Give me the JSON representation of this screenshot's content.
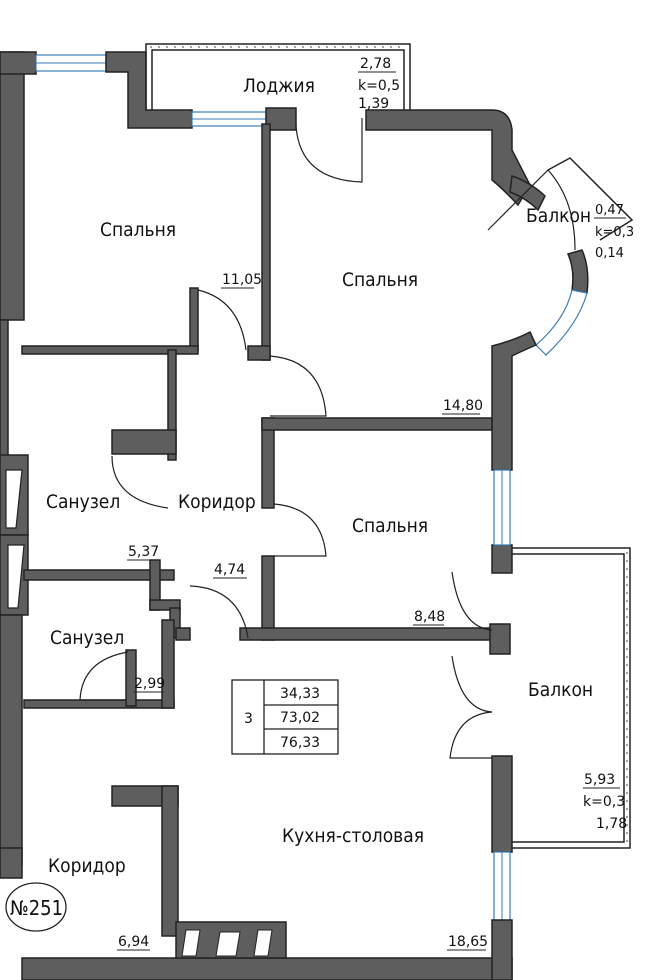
{
  "plan": {
    "rooms": {
      "loggia": {
        "name": "Лоджия",
        "area": "2,78",
        "k": "k=0,5",
        "reduced": "1,39"
      },
      "bedroom_top_left": {
        "name": "Спальня",
        "area": "11,05"
      },
      "bedroom_top_right": {
        "name": "Спальня",
        "area": "14,80"
      },
      "balcony_small": {
        "name": "Балкон",
        "area": "0,47",
        "k": "k=0,3",
        "reduced": "0,14"
      },
      "bathroom_1": {
        "name": "Санузел",
        "area": "5,37"
      },
      "corridor_1": {
        "name": "Коридор",
        "area": "4,74"
      },
      "bedroom_mid": {
        "name": "Спальня",
        "area": "8,48"
      },
      "bathroom_2": {
        "name": "Санузел",
        "area": "2,99"
      },
      "balcony_large": {
        "name": "Балкон",
        "area": "5,93",
        "k": "k=0,3",
        "reduced": "1,78"
      },
      "kitchen": {
        "name": "Кухня-столовая",
        "area": "18,65"
      },
      "corridor_2": {
        "name": "Коридор",
        "area": "6,94"
      }
    },
    "summary": {
      "rooms_count": "3",
      "living_area": "34,33",
      "total_area": "73,02",
      "total_with_balconies": "76,33"
    },
    "apartment_number": "№251"
  },
  "colors": {
    "wall": "#5e5e5e",
    "window": "#3b7fb8",
    "line": "#222222",
    "background": "#ffffff"
  }
}
